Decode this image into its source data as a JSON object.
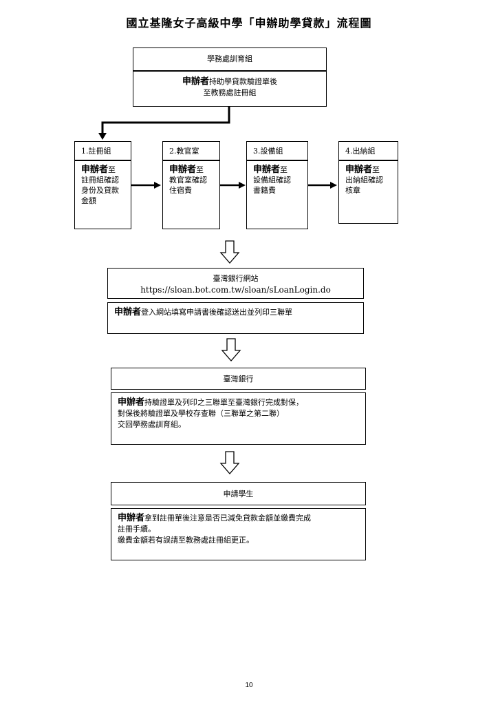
{
  "title": "國立基隆女子高級中學「申辦助學貸款」流程圖",
  "top_block": {
    "header": "學務處訓育組",
    "actor": "申辦者",
    "line1_rest": "持助學貸款驗證單後",
    "line2": "至教務處註冊組"
  },
  "steps": [
    {
      "header": "1.註冊組",
      "actor": "申辦者",
      "rest": "至",
      "lines": [
        "註冊組確認",
        "身份及貸款",
        "金額"
      ]
    },
    {
      "header": "2.教官室",
      "actor": "申辦者",
      "rest": "至",
      "lines": [
        "教官室確認",
        "住宿費"
      ]
    },
    {
      "header": "3.設備組",
      "actor": "申辦者",
      "rest": "至",
      "lines": [
        "設備組確認",
        "書籍費"
      ]
    },
    {
      "header": "4.出納組",
      "actor": "申辦者",
      "rest": "至",
      "lines": [
        "出納組確認",
        "核章"
      ]
    }
  ],
  "bank_site": {
    "header": "臺灣銀行網站",
    "url": "https://sloan.bot.com.tw/sloan/sLoanLogin.do",
    "actor": "申辦者",
    "text": "登入網站填寫申請書後確認送出並列印三聯單"
  },
  "bank": {
    "header": "臺灣銀行",
    "actor": "申辦者",
    "line1_rest": "持驗證單及列印之三聯單至臺灣銀行完成對保，",
    "line2": "對保後將驗證單及學校存查聯（三聯單之第二聯）",
    "line3": "交回學務處訓育組。"
  },
  "student": {
    "header": "申請學生",
    "actor": "申辦者",
    "line1_rest": "拿到註冊單後注意是否已減免貸款金額並繳費完成",
    "line2": "註冊手續。",
    "line3": "繳費金額若有誤請至教務處註冊組更正。"
  },
  "page_number": "10"
}
